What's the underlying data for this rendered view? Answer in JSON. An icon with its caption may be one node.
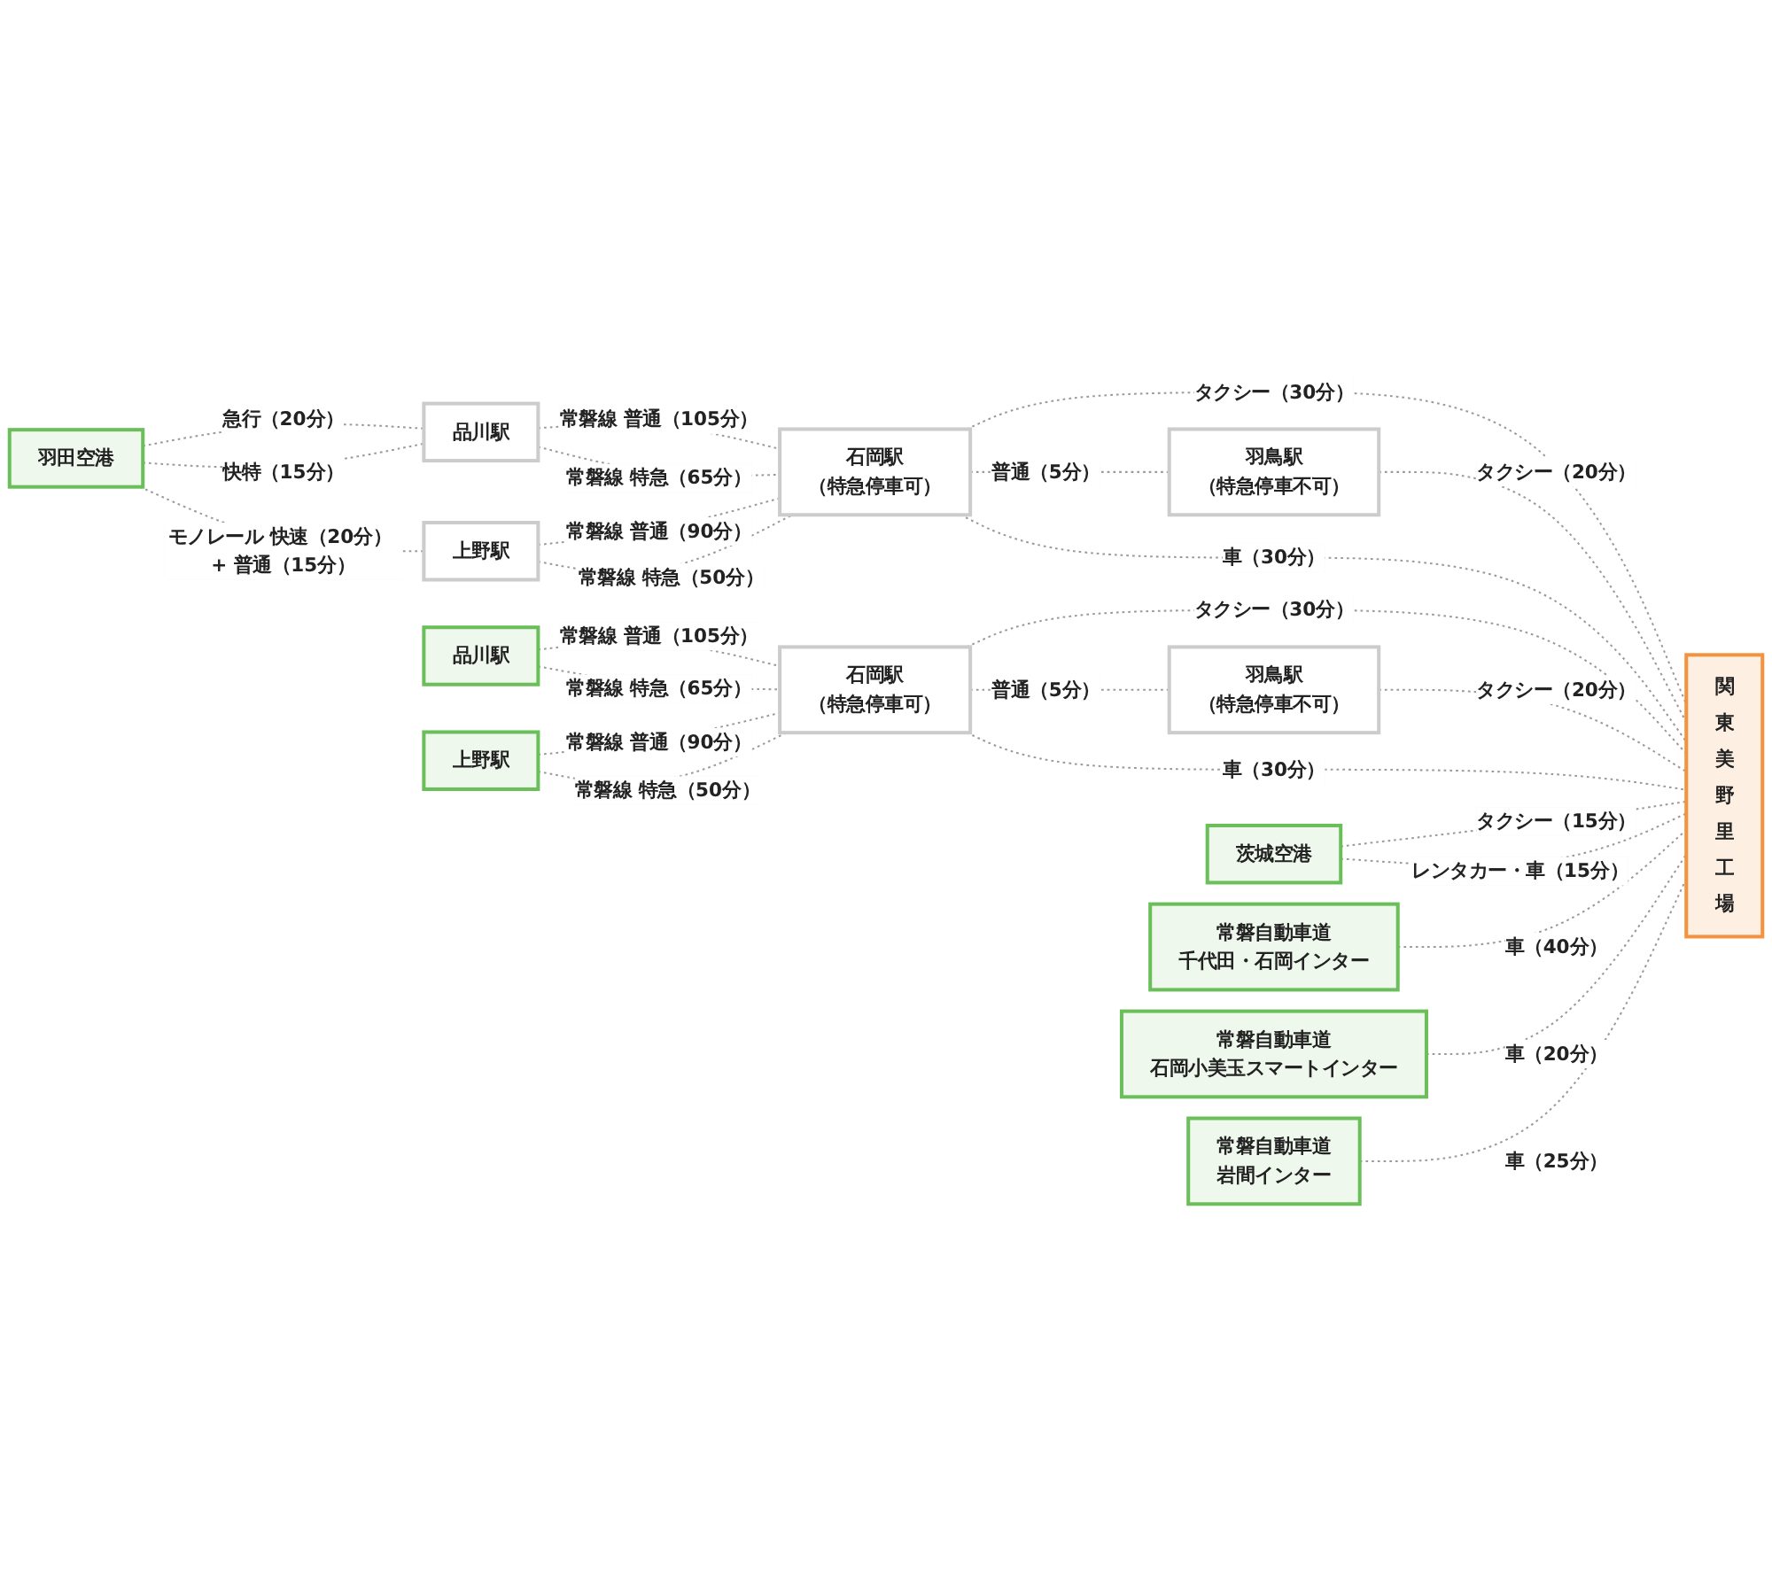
{
  "diagram": {
    "nodes": [
      {
        "text": [
          "羽田空港"
        ]
      },
      {
        "text": [
          "品川駅"
        ]
      },
      {
        "text": [
          "上野駅"
        ]
      },
      {
        "text": [
          "石岡駅",
          "（特急停車可）"
        ]
      },
      {
        "text": [
          "羽鳥駅",
          "（特急停車不可）"
        ]
      },
      {
        "text": [
          "関東美野里工場"
        ]
      },
      {
        "text": [
          "品川駅"
        ]
      },
      {
        "text": [
          "上野駅"
        ]
      },
      {
        "text": [
          "石岡駅",
          "（特急停車可）"
        ]
      },
      {
        "text": [
          "羽鳥駅",
          "（特急停車不可）"
        ]
      },
      {
        "text": [
          "茨城空港"
        ]
      },
      {
        "text": [
          "常磐自動車道",
          "千代田・石岡インター"
        ]
      },
      {
        "text": [
          "常磐自動車道",
          "石岡小美玉スマートインター"
        ]
      },
      {
        "text": [
          "常磐自動車道",
          "岩間インター"
        ]
      }
    ],
    "edges": [
      {
        "from": 0,
        "to": 1,
        "arrow": "none",
        "style": "dashed",
        "label": "急行（20分）"
      },
      {
        "from": 0,
        "to": 1,
        "arrow": "none",
        "style": "dashed",
        "label": "快特（15分）"
      },
      {
        "from": 0,
        "to": 2,
        "arrow": "none",
        "style": "dashed",
        "label": "モノレール 快速（20分） + 普通（15分）"
      },
      {
        "from": 1,
        "to": 3,
        "arrow": "none",
        "style": "dashed",
        "label": "常磐線 普通（105分）"
      },
      {
        "from": 1,
        "to": 3,
        "arrow": "none",
        "style": "dashed",
        "label": "常磐線 特急（65分）"
      },
      {
        "from": 2,
        "to": 3,
        "arrow": "none",
        "style": "dashed",
        "label": "常磐線 普通（90分）"
      },
      {
        "from": 2,
        "to": 3,
        "arrow": "none",
        "style": "dashed",
        "label": "常磐線 特急（50分）"
      },
      {
        "from": 3,
        "to": 5,
        "arrow": "none",
        "style": "dashed",
        "label": "タクシー（30分）"
      },
      {
        "from": 3,
        "to": 4,
        "arrow": "none",
        "style": "dashed",
        "label": "普通（5分）"
      },
      {
        "from": 4,
        "to": 5,
        "arrow": "none",
        "style": "dashed",
        "label": "タクシー（20分）"
      },
      {
        "from": 3,
        "to": 5,
        "arrow": "none",
        "style": "dashed",
        "label": "車（30分）"
      },
      {
        "from": 6,
        "to": 8,
        "arrow": "none",
        "style": "dashed",
        "label": "常磐線 普通（105分）"
      },
      {
        "from": 6,
        "to": 8,
        "arrow": "none",
        "style": "dashed",
        "label": "常磐線 特急（65分）"
      },
      {
        "from": 7,
        "to": 8,
        "arrow": "none",
        "style": "dashed",
        "label": "常磐線 普通（90分）"
      },
      {
        "from": 7,
        "to": 8,
        "arrow": "none",
        "style": "dashed",
        "label": "常磐線 特急（50分）"
      },
      {
        "from": 8,
        "to": 5,
        "arrow": "none",
        "style": "dashed",
        "label": "タクシー（30分）"
      },
      {
        "from": 8,
        "to": 9,
        "arrow": "none",
        "style": "dashed",
        "label": "普通（5分）"
      },
      {
        "from": 9,
        "to": 5,
        "arrow": "none",
        "style": "dashed",
        "label": "タクシー（20分）"
      },
      {
        "from": 8,
        "to": 5,
        "arrow": "none",
        "style": "dashed",
        "label": "車（30分）"
      },
      {
        "from": 10,
        "to": 5,
        "arrow": "none",
        "style": "dashed",
        "label": "タクシー（15分）"
      },
      {
        "from": 10,
        "to": 5,
        "arrow": "none",
        "style": "dashed",
        "label": "レンタカー・車（15分）"
      },
      {
        "from": 11,
        "to": 5,
        "arrow": "none",
        "style": "dashed",
        "label": "車（40分）"
      },
      {
        "from": 12,
        "to": 5,
        "arrow": "none",
        "style": "dashed",
        "label": "車（20分）"
      },
      {
        "from": 13,
        "to": 5,
        "arrow": "none",
        "style": "dashed",
        "label": "車（25分）"
      }
    ]
  }
}
